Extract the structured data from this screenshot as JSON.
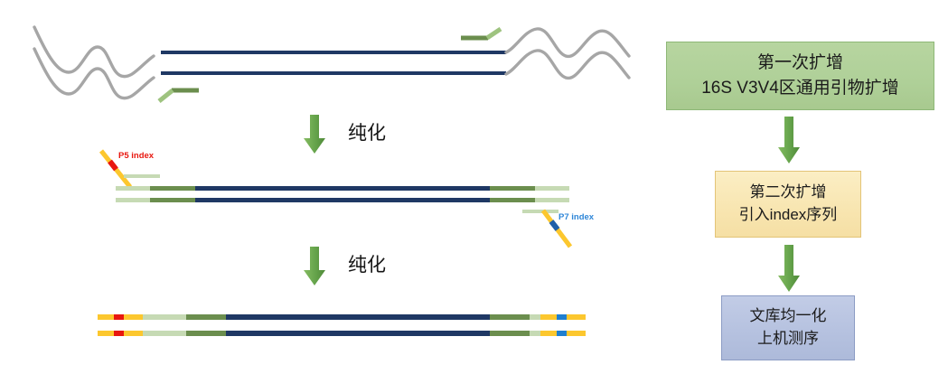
{
  "diagram": {
    "title_semantic": "16S rRNA amplicon sequencing library preparation workflow",
    "steps": [
      {
        "id": "purify-1",
        "label": "纯化"
      },
      {
        "id": "purify-2",
        "label": "纯化"
      }
    ]
  },
  "flow": {
    "box1": {
      "line1": "第一次扩增",
      "line2": "16S V3V4区通用引物扩增",
      "fill": "#afd098",
      "border": "#8eb877"
    },
    "box2": {
      "line1": "第二次扩增",
      "line2": "引入index序列",
      "fill": "#f8e5b0",
      "border": "#e3c477"
    },
    "box3": {
      "line1": "文库均一化",
      "line2": "上机测序",
      "fill": "#b5c1df",
      "border": "#8c9cc4"
    },
    "arrow_color": "#6aa84f"
  },
  "labels": {
    "p5_index": "P5 index",
    "p7_index": "P7 index",
    "p5_color": "#e8170f",
    "p7_color": "#2e86d8"
  },
  "colors": {
    "template_wave": "#a6a6a6",
    "target_navy": "#1f3864",
    "primer_dark_green": "#6b8e4e",
    "primer_light_green": "#b5cea0",
    "adapter_yellow": "#fcc72e",
    "index_red": "#e8170f",
    "index_blue": "#1f7fd0"
  }
}
